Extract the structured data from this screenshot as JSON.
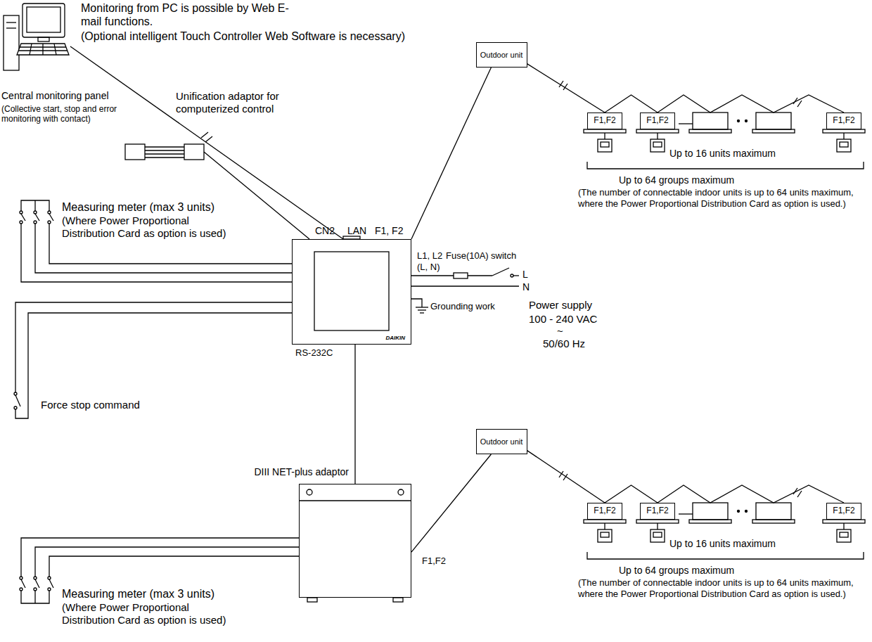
{
  "diagram": {
    "nodes": [
      {
        "text": [
          "DAIKIN"
        ]
      },
      {
        "text": [
          "Outdoor unit"
        ]
      },
      {
        "text": [
          "F1,F2"
        ]
      },
      {
        "text": [
          "F1,F2"
        ]
      },
      {
        "text": [
          "F1,F2"
        ]
      },
      {
        "text": [
          "DIII NET-plus adaptor"
        ]
      },
      {
        "text": [
          "Outdoor unit"
        ]
      },
      {
        "text": [
          "F1,F2"
        ]
      },
      {
        "text": [
          "F1,F2"
        ]
      },
      {
        "text": [
          "F1,F2"
        ]
      }
    ],
    "edges": [
      {
        "from": 0,
        "to": 1,
        "arrow": "none"
      },
      {
        "from": 1,
        "to": 2,
        "arrow": "none"
      },
      {
        "from": 2,
        "to": 3,
        "arrow": "none"
      },
      {
        "from": 3,
        "to": 4,
        "arrow": "none"
      },
      {
        "from": 0,
        "to": 5,
        "arrow": "none"
      },
      {
        "from": 5,
        "to": 6,
        "arrow": "none"
      },
      {
        "from": 6,
        "to": 7,
        "arrow": "none"
      },
      {
        "from": 7,
        "to": 8,
        "arrow": "none"
      },
      {
        "from": 8,
        "to": 9,
        "arrow": "none"
      }
    ],
    "labels": [
      "Monitoring from PC is possible by Web E-mail functions.",
      "(Optional intelligent Touch Controller Web Software is necessary)",
      "Central monitoring panel",
      "(Collective start, stop and error monitoring with contact)",
      "Unification adaptor for computerized control",
      "Measuring meter (max 3 units)",
      "(Where Power Proportional Distribution Card as option is used)",
      "CN2",
      "LAN",
      "F1, F2",
      "L1, L2",
      "(L, N)",
      "Fuse(10A)",
      "switch",
      "L",
      "N",
      "Grounding work",
      "Power supply",
      "100 - 240 VAC",
      "~",
      "50/60 Hz",
      "RS-232C",
      "Force stop command",
      "Up to 16 units maximum",
      "Up to 64 groups maximum",
      "(The number of connectable indoor units is up to 64 units maximum, where the Power Proportional Distribution Card as option is used.)",
      "F1,F2",
      "Measuring meter (max 3 units)",
      "(Where Power Proportional Distribution Card as option is used)",
      "Up to 16 units maximum",
      "Up to 64 groups maximum",
      "(The number of connectable indoor units is up to 64 units maximum, where the Power Proportional Distribution Card as option is used.)"
    ]
  }
}
